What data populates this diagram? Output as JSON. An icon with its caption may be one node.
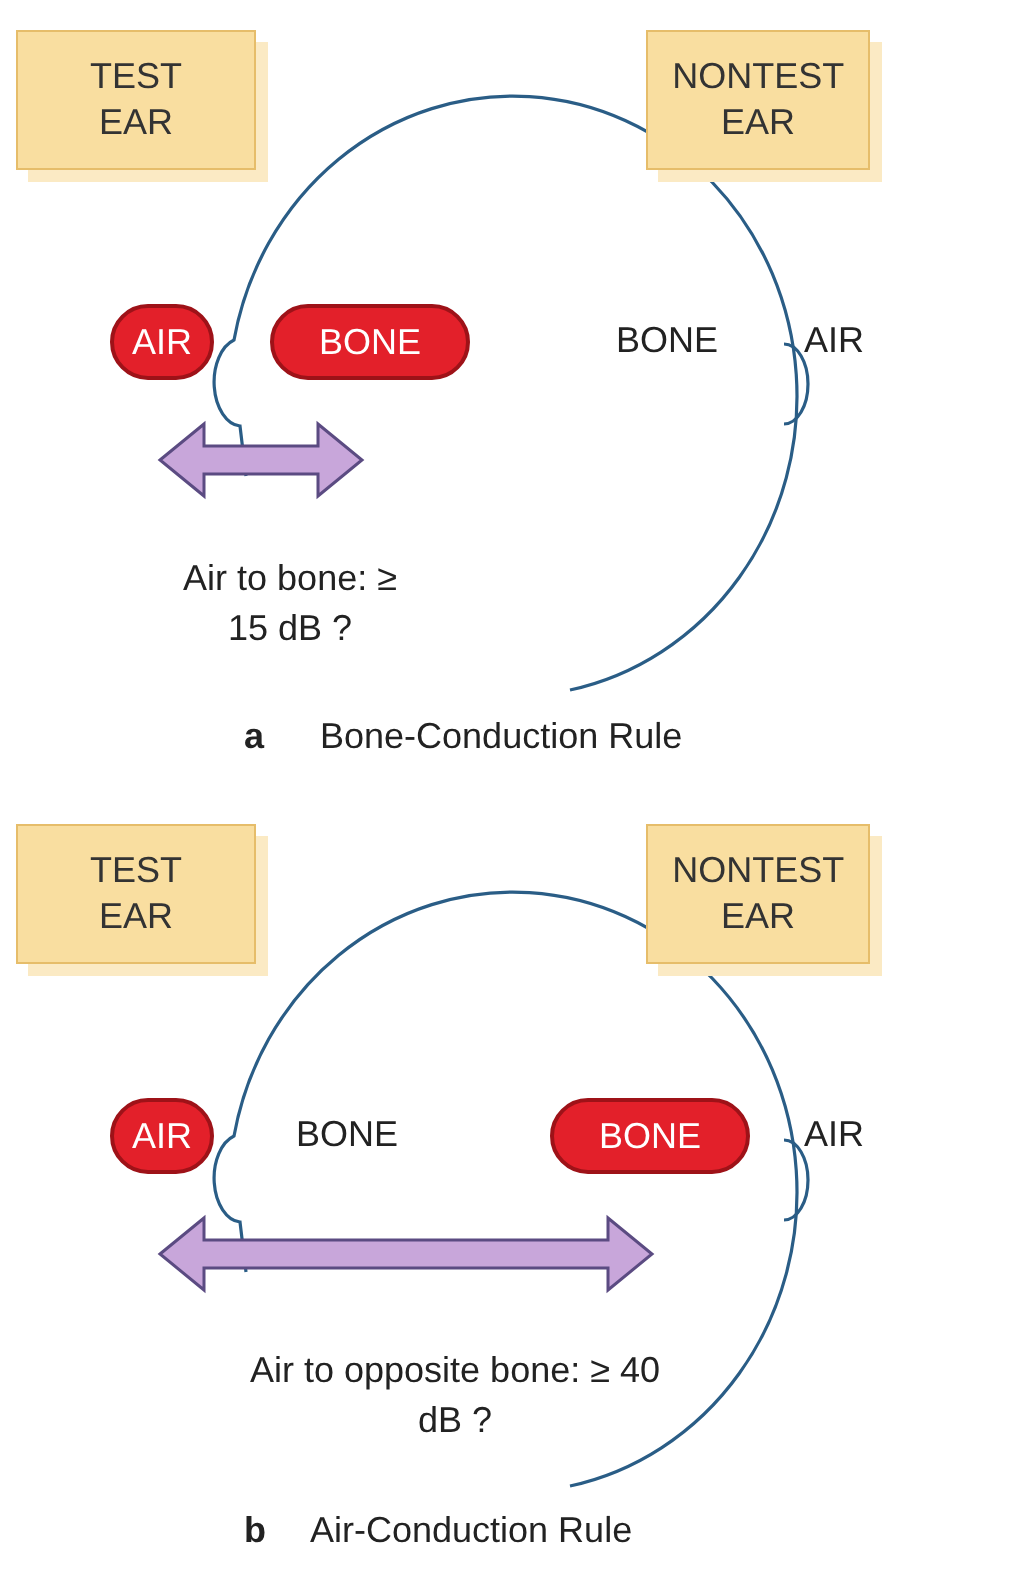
{
  "diagram": {
    "nodes": [
      {
        "text": [
          "TEST EAR"
        ]
      },
      {
        "text": [
          "NONTEST EAR"
        ]
      },
      {
        "text": [
          "AIR"
        ]
      },
      {
        "text": [
          "BONE"
        ]
      },
      {
        "text": [
          "TEST EAR"
        ]
      },
      {
        "text": [
          "NONTEST EAR"
        ]
      },
      {
        "text": [
          "AIR"
        ]
      },
      {
        "text": [
          "BONE"
        ]
      }
    ],
    "labels": [
      "BONE",
      "AIR",
      "Air to bone: ≥ 15 dB ?",
      "a",
      "Bone-Conduction Rule",
      "BONE",
      "AIR",
      "Air to opposite bone: ≥ 40 dB ?",
      "b",
      "Air-Conduction Rule"
    ]
  }
}
